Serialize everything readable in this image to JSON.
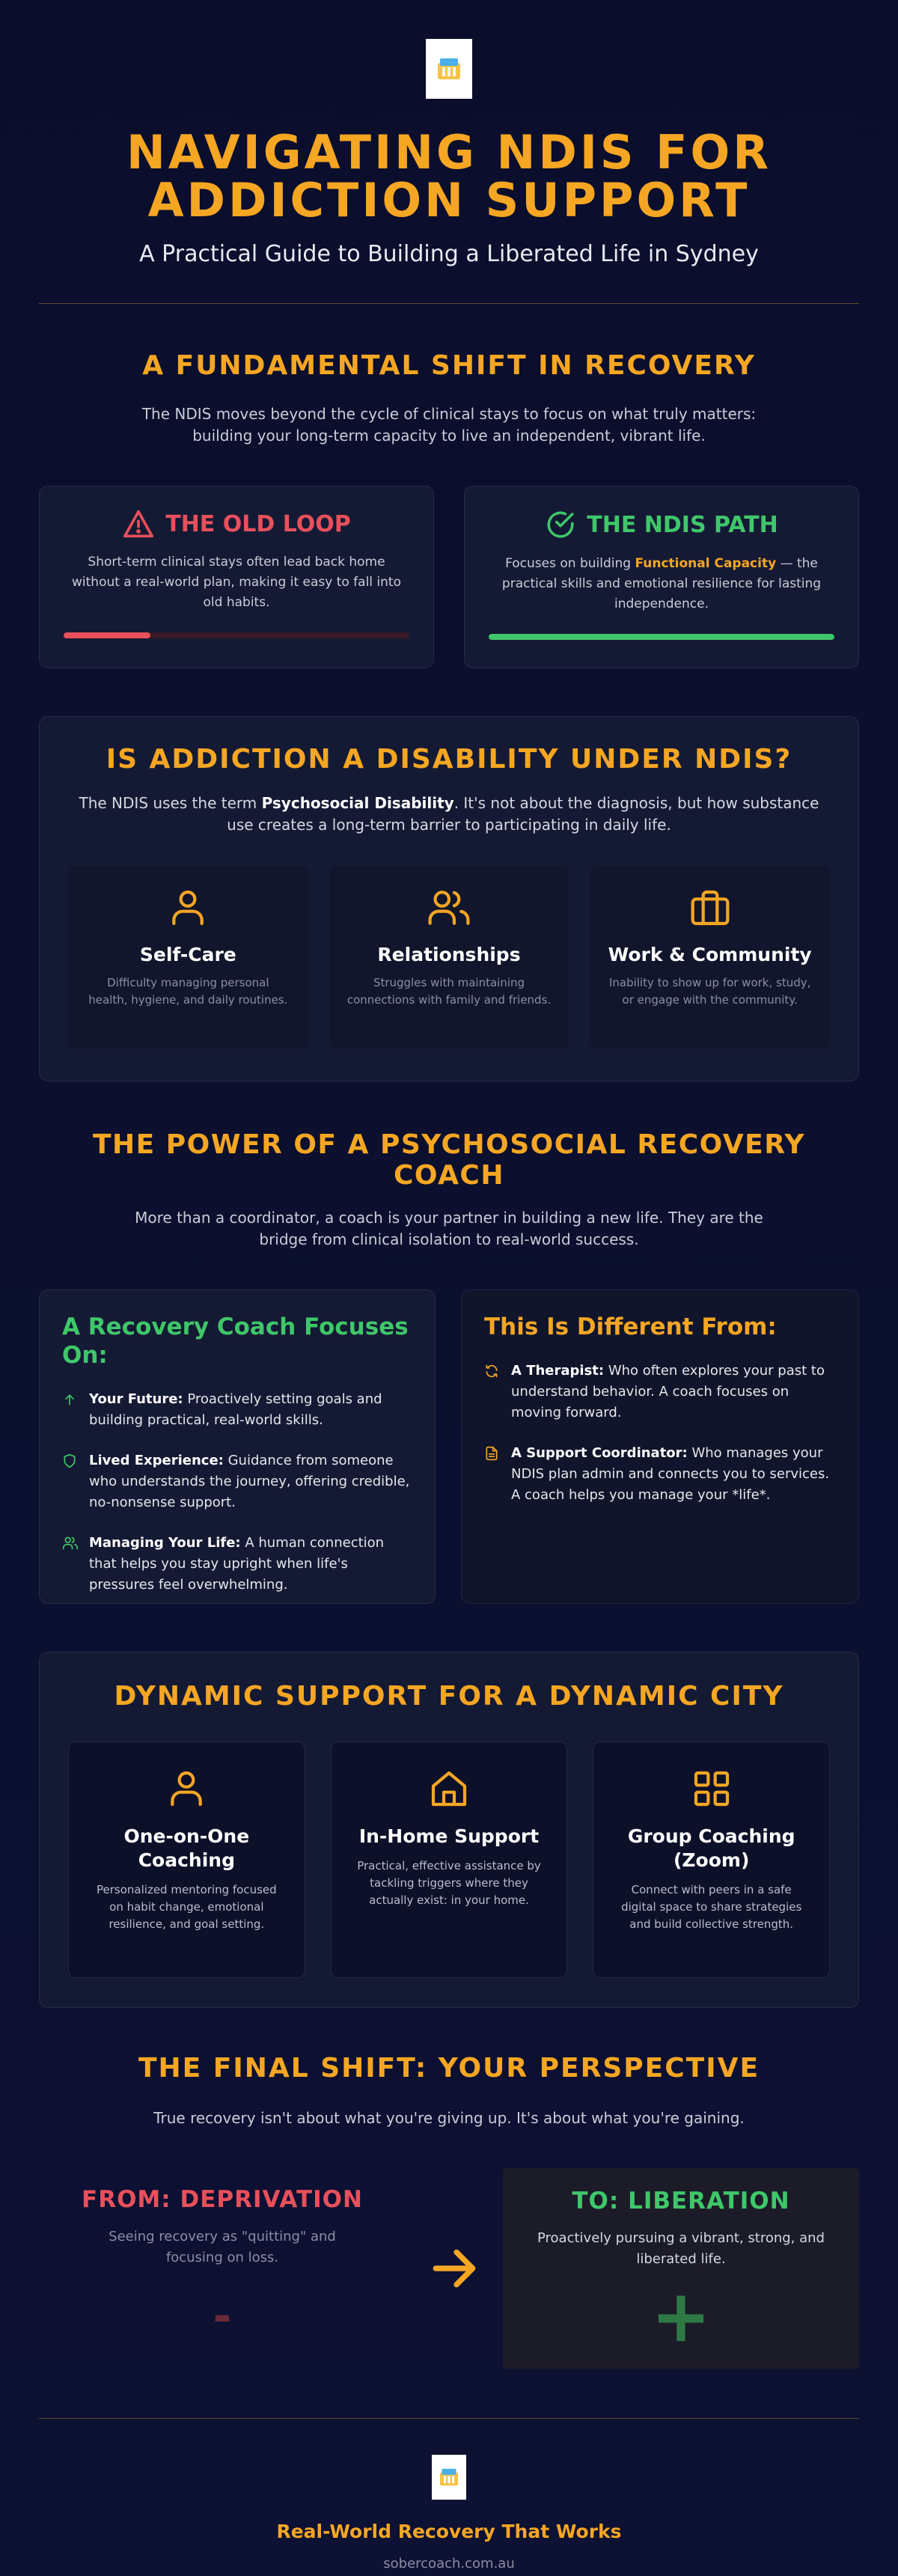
{
  "header": {
    "title_line1": "NAVIGATING NDIS FOR",
    "title_line2": "ADDICTION SUPPORT",
    "subtitle": "A Practical Guide to Building a Liberated Life in Sydney"
  },
  "shift": {
    "title": "A FUNDAMENTAL SHIFT IN RECOVERY",
    "lead_line1": "The NDIS moves beyond the cycle of clinical stays to focus on what truly matters:",
    "lead_line2": "building your long-term capacity to live an independent, vibrant life.",
    "old": {
      "icon": "warning-icon",
      "title": "THE OLD LOOP",
      "text": "Short-term clinical stays often lead back home without a real-world plan, making it easy to fall into old habits.",
      "progress": 0.25,
      "color": "#e8505b"
    },
    "new": {
      "icon": "check-circle-icon",
      "title": "THE NDIS PATH",
      "text_before": "Focuses on building ",
      "text_highlight": "Functional Capacity",
      "text_after": " — the practical skills and emotional resilience for lasting independence.",
      "progress": 1.0,
      "color": "#3fc76a"
    }
  },
  "disability": {
    "title": "IS ADDICTION A DISABILITY UNDER NDIS?",
    "lead_before": "The NDIS uses the term ",
    "lead_bold": "Psychosocial Disability",
    "lead_after": ". It's not about the diagnosis, but how substance use creates a long-term barrier to participating in daily life.",
    "items": [
      {
        "icon": "user-icon",
        "title": "Self-Care",
        "text": "Difficulty managing personal health, hygiene, and daily routines."
      },
      {
        "icon": "users-icon",
        "title": "Relationships",
        "text": "Struggles with maintaining connections with family and friends."
      },
      {
        "icon": "briefcase-icon",
        "title": "Work & Community",
        "text": "Inability to show up for work, study, or engage with the community."
      }
    ]
  },
  "coach": {
    "title": "THE POWER OF A PSYCHOSOCIAL RECOVERY COACH",
    "lead_line1": "More than a coordinator, a coach is your partner in building a new life. They are the",
    "lead_line2": "bridge from clinical isolation to real-world success.",
    "focus_title": "A Recovery Coach Focuses On:",
    "focus_items": [
      {
        "icon": "arrow-up-icon",
        "bold": "Your Future:",
        "text": " Proactively setting goals and building practical, real-world skills."
      },
      {
        "icon": "shield-icon",
        "bold": "Lived Experience:",
        "text": " Guidance from someone who understands the journey, offering credible, no-nonsense support."
      },
      {
        "icon": "users-icon",
        "bold": "Managing Your Life:",
        "text": " A human connection that helps you stay upright when life's pressures feel overwhelming."
      }
    ],
    "diff_title": "This Is Different From:",
    "diff_items": [
      {
        "icon": "refresh-icon",
        "bold": "A Therapist:",
        "text": " Who often explores your past to understand behavior. A coach focuses on moving forward."
      },
      {
        "icon": "document-icon",
        "bold": "A Support Coordinator:",
        "text": " Who manages your NDIS plan admin and connects you to services. A coach helps you manage your *life*."
      }
    ]
  },
  "dynamic": {
    "title": "DYNAMIC SUPPORT FOR A DYNAMIC CITY",
    "items": [
      {
        "icon": "user-icon",
        "title": "One-on-One Coaching",
        "text": "Personalized mentoring focused on habit change, emotional resilience, and goal setting."
      },
      {
        "icon": "home-icon",
        "title": "In-Home Support",
        "text": "Practical, effective assistance by tackling triggers where they actually exist: in your home."
      },
      {
        "icon": "grid-icon",
        "title": "Group Coaching (Zoom)",
        "text": "Connect with peers in a safe digital space to share strategies and build collective strength."
      }
    ]
  },
  "perspective": {
    "title": "THE FINAL SHIFT: YOUR PERSPECTIVE",
    "lead": "True recovery isn't about what you're giving up. It's about what you're gaining.",
    "from_title": "FROM: DEPRIVATION",
    "from_text": "Seeing recovery as \"quitting\" and focusing on loss.",
    "from_symbol": "-",
    "to_title": "TO: LIBERATION",
    "to_text": "Proactively pursuing a vibrant, strong, and liberated life.",
    "to_symbol": "+"
  },
  "footer": {
    "tagline": "Real-World Recovery That Works",
    "url": "sobercoach.com.au"
  },
  "colors": {
    "accent": "#f5a623",
    "green": "#3fc76a",
    "red": "#e8505b",
    "background": "#0c0f2e"
  }
}
